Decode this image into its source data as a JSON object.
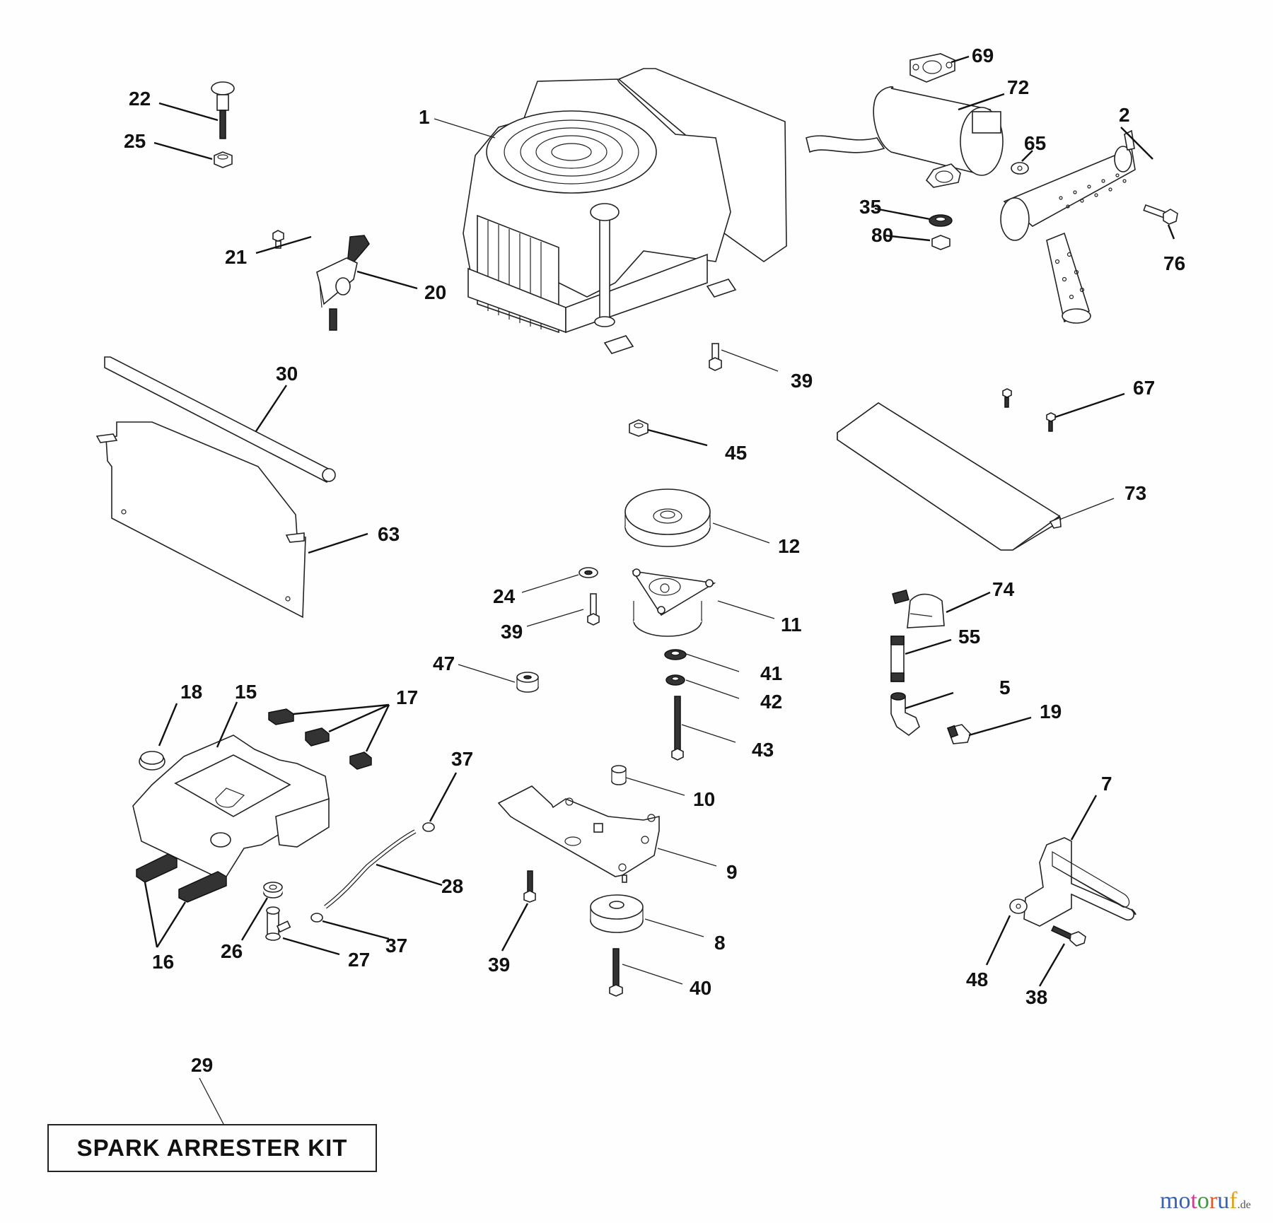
{
  "diagram": {
    "title": "Engine parts exploded view",
    "callouts": [
      "1",
      "2",
      "5",
      "7",
      "8",
      "9",
      "10",
      "11",
      "12",
      "15",
      "16",
      "17",
      "18",
      "19",
      "20",
      "21",
      "22",
      "24",
      "25",
      "26",
      "27",
      "28",
      "29",
      "30",
      "35",
      "37",
      "38",
      "39",
      "40",
      "41",
      "42",
      "43",
      "45",
      "47",
      "48",
      "55",
      "63",
      "65",
      "67",
      "69",
      "72",
      "73",
      "74",
      "76",
      "80"
    ],
    "labels": {
      "c1": "1",
      "c2": "2",
      "c5": "5",
      "c7": "7",
      "c8": "8",
      "c9": "9",
      "c10": "10",
      "c11": "11",
      "c12": "12",
      "c15": "15",
      "c16": "16",
      "c17": "17",
      "c18": "18",
      "c19": "19",
      "c20": "20",
      "c21": "21",
      "c22": "22",
      "c24": "24",
      "c25": "25",
      "c26": "26",
      "c27": "27",
      "c28": "28",
      "c29": "29",
      "c30": "30",
      "c35": "35",
      "c37a": "37",
      "c37b": "37",
      "c38": "38",
      "c39a": "39",
      "c39b": "39",
      "c39c": "39",
      "c40": "40",
      "c41": "41",
      "c42": "42",
      "c43": "43",
      "c45": "45",
      "c47": "47",
      "c48": "48",
      "c55": "55",
      "c63": "63",
      "c65": "65",
      "c67": "67",
      "c69": "69",
      "c72": "72",
      "c73": "73",
      "c74": "74",
      "c76": "76",
      "c80": "80"
    }
  },
  "kit": {
    "label": "SPARK ARRESTER KIT",
    "callout": "29"
  },
  "watermark": {
    "letters": [
      "m",
      "o",
      "t",
      "o",
      "r",
      "u",
      "f"
    ],
    "colors": [
      "#3a62b0",
      "#3a62b0",
      "#d33a8f",
      "#3f9a3f",
      "#e05a2a",
      "#3a62b0",
      "#e0a020"
    ],
    "suffix": ".de"
  }
}
